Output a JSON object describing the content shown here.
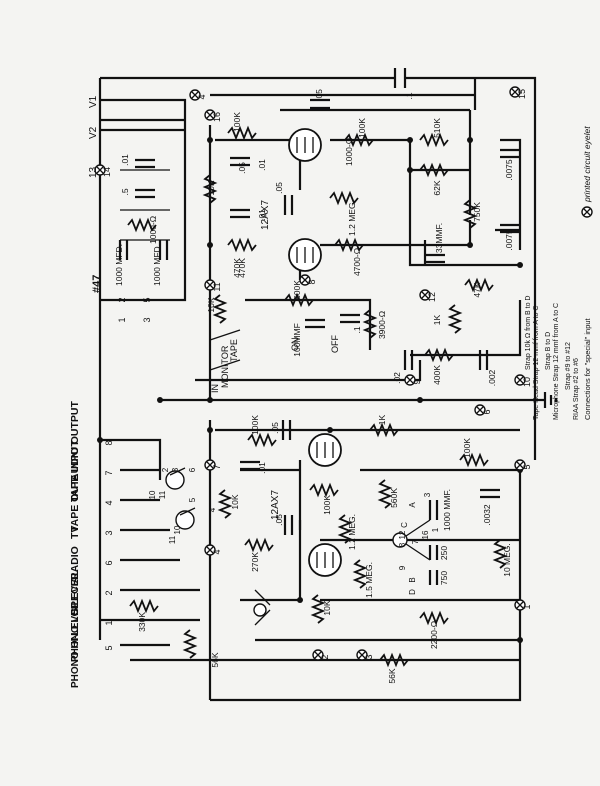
{
  "jacks": [
    {
      "label": "AUDIO OUTPUT",
      "pin": "8"
    },
    {
      "label": "TAPE INPUT",
      "pin": "7"
    },
    {
      "label": "TAPE OUT.",
      "pin": "4"
    },
    {
      "label": "TV",
      "pin": "3"
    },
    {
      "label": "RADIO",
      "pin": "6"
    },
    {
      "label": "SPECIAL",
      "pin": "2"
    },
    {
      "label": "PHONO LO-LEVEL",
      "pin": "1"
    },
    {
      "label": "PHONO HI-LEVEL",
      "pin": "5"
    }
  ],
  "tubes": [
    "12AX7",
    "12AX7"
  ],
  "components": [
    "100K",
    "100K",
    "10K",
    "470K",
    "470K",
    "10K",
    "1000-Ω",
    "1.2 MEG.",
    "4700-Ω",
    "500K",
    "510K",
    "62K",
    "750K",
    "47K",
    "1K",
    "400K",
    "3900-Ω",
    "100MMF",
    "100K",
    "1K",
    "100K",
    "10K",
    "270K",
    "100K",
    "1.2 MEG.",
    "1.5 MEG.",
    "10K",
    "56K",
    "560K",
    "2200-Ω",
    "56K",
    "330K",
    "10 MEG.",
    "1000 MMF.",
    "250",
    "750"
  ],
  "capacitors": [
    ".05",
    ".1",
    ".01",
    ".01",
    ".05",
    ".0075",
    ".0075",
    "33MMF.",
    ".02",
    ".002",
    ".05",
    ".01",
    ".05",
    ".0032",
    ".05",
    ".1",
    ".01",
    ".5"
  ],
  "power": {
    "v1": "V1",
    "v2": "V2",
    "ref13": "13",
    "cap_left": "1000 MFD.",
    "cap_right": "1000 MFD.",
    "r1000": "1000-Ω",
    "bulb": "#47",
    "pins": [
      "1",
      "2",
      "3",
      "5"
    ]
  },
  "switch_labels": {
    "tape": "TAPE",
    "monitor": "MONITOR",
    "in": "IN",
    "on": "ON",
    "off": "OFF"
  },
  "eyelet_numbers": [
    "4",
    "16",
    "15",
    "11",
    "12",
    "9",
    "10",
    "6",
    "7",
    "4",
    "5",
    "1",
    "2",
    "3",
    "8",
    "14"
  ],
  "selector_labels": [
    "2",
    "3",
    "10",
    "11",
    "6",
    "4",
    "5",
    "10",
    "11",
    "A",
    "B",
    "C",
    "D",
    "8",
    "9",
    "7",
    "12",
    "1",
    "3",
    "16"
  ],
  "legend": {
    "eyelet_note": "printed circuit eyelet",
    "title": "Connections for \"special\" input",
    "lines": [
      "RIAA  Strap #2 to #6",
      "Strap #9 to #12",
      "Microphone  Strap 12 mmf from A to C",
      "Strap B to D",
      "Tape Head  Strap 12 mmf from A to C",
      "Strap 10k Ω from B to D"
    ]
  }
}
